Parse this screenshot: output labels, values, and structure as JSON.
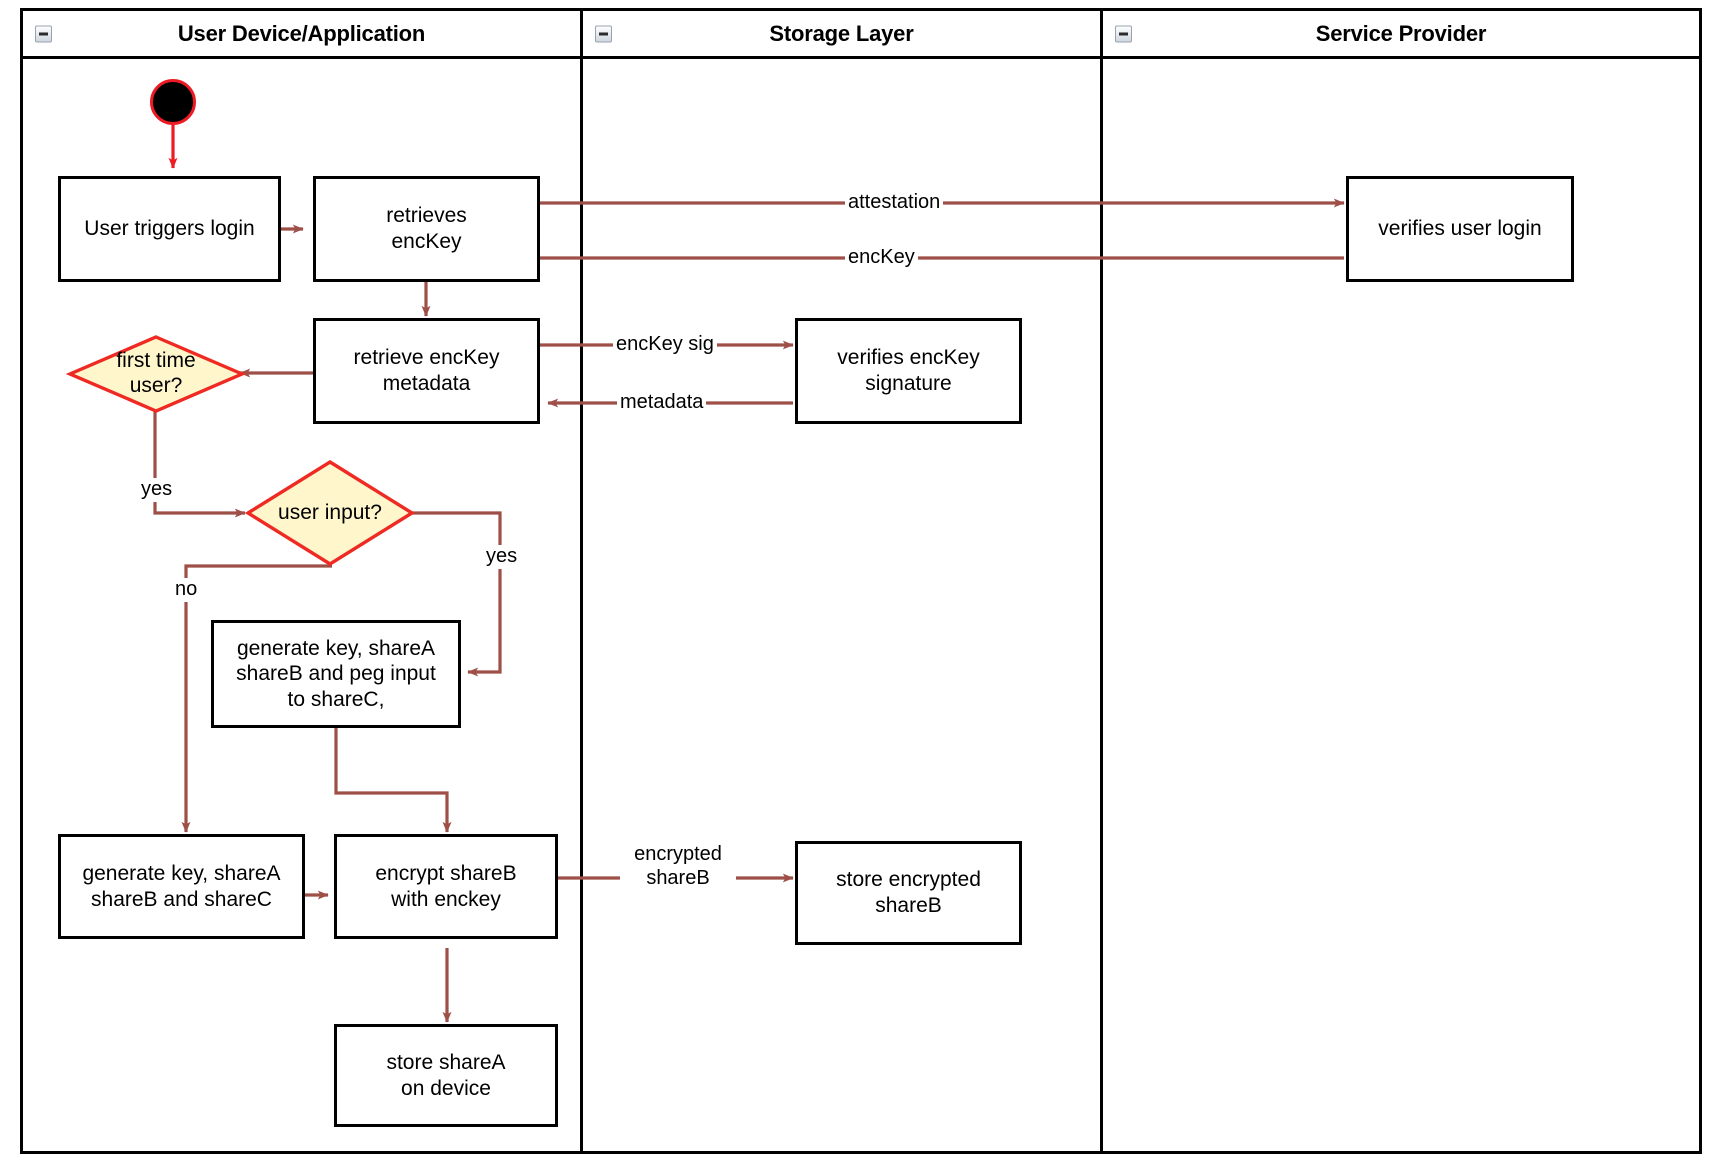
{
  "diagram": {
    "type": "swimlane-activity-diagram",
    "colors": {
      "connector": "#9d4f48",
      "start_connector": "#ed1c24",
      "decision_border": "#ee2a23",
      "decision_fill": "#fff6cc",
      "node_border": "#000000",
      "lane_border": "#000000",
      "background": "#ffffff",
      "text": "#000000"
    },
    "lanes": [
      {
        "id": "user-device",
        "title": "User Device/Application",
        "collapse_icon": "collapse-minus-icon"
      },
      {
        "id": "storage-layer",
        "title": "Storage Layer",
        "collapse_icon": "collapse-minus-icon"
      },
      {
        "id": "service-provider",
        "title": "Service Provider",
        "collapse_icon": "collapse-minus-icon"
      }
    ],
    "start_node": {
      "name": "start-node",
      "shape": "filled-circle"
    },
    "nodes": [
      {
        "id": "user-triggers-login",
        "lane": "user-device",
        "label": "User triggers login"
      },
      {
        "id": "retrieves-enckey",
        "lane": "user-device",
        "label": "retrieves\nencKey"
      },
      {
        "id": "retrieve-enckey-metadata",
        "lane": "user-device",
        "label": "retrieve encKey\nmetadata"
      },
      {
        "id": "generate-key-peg",
        "lane": "user-device",
        "label": "generate key, shareA\nshareB and peg input\nto shareC,"
      },
      {
        "id": "generate-key-shares",
        "lane": "user-device",
        "label": "generate key, shareA\nshareB and shareC"
      },
      {
        "id": "encrypt-shareb",
        "lane": "user-device",
        "label": "encrypt shareB\nwith enckey"
      },
      {
        "id": "store-sharea-on-device",
        "lane": "user-device",
        "label": "store shareA\non device"
      },
      {
        "id": "verifies-enckey-signature",
        "lane": "storage-layer",
        "label": "verifies encKey signature"
      },
      {
        "id": "store-encrypted-shareb",
        "lane": "storage-layer",
        "label": "store encrypted\nshareB"
      },
      {
        "id": "verifies-user-login",
        "lane": "service-provider",
        "label": "verifies user login"
      }
    ],
    "decisions": [
      {
        "id": "first-time-user",
        "lane": "user-device",
        "label": "first time\nuser?"
      },
      {
        "id": "user-input",
        "lane": "user-device",
        "label": "user input?"
      }
    ],
    "edge_labels": [
      {
        "id": "attestation",
        "text": "attestation"
      },
      {
        "id": "enckey-return",
        "text": "encKey"
      },
      {
        "id": "enckey-sig",
        "text": "encKey sig"
      },
      {
        "id": "metadata",
        "text": "metadata"
      },
      {
        "id": "first-time-yes",
        "text": "yes"
      },
      {
        "id": "user-input-yes",
        "text": "yes"
      },
      {
        "id": "user-input-no",
        "text": "no"
      },
      {
        "id": "encrypted-shareb",
        "text": "encrypted\nshareB"
      }
    ]
  }
}
